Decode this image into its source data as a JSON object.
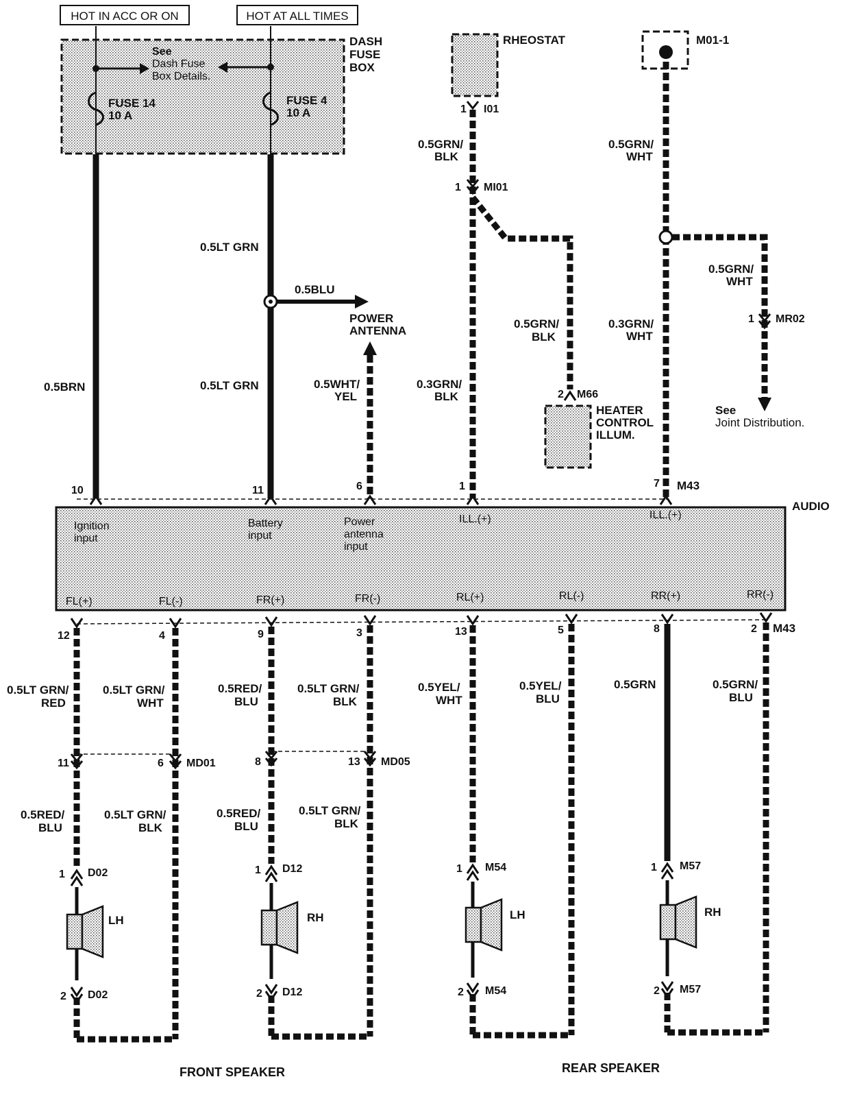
{
  "header": {
    "hot_acc": "HOT IN ACC OR ON",
    "hot_always": "HOT AT ALL TIMES"
  },
  "fuse_box": {
    "title_1": "DASH",
    "title_2": "FUSE",
    "title_3": "BOX",
    "see_1": "See",
    "see_2": "Dash Fuse",
    "see_3": "Box Details.",
    "fuse14_1": "FUSE 14",
    "fuse14_2": "10 A",
    "fuse4_1": "FUSE 4",
    "fuse4_2": "10 A"
  },
  "rheostat": {
    "label": "RHEOSTAT",
    "pin": "1",
    "conn": "I01"
  },
  "m011": {
    "label": "M01-1"
  },
  "wires": {
    "brn": "0.5BRN",
    "ltgrn_top": "0.5LT GRN",
    "ltgrn_bottom": "0.5LT GRN",
    "blu": "0.5BLU",
    "whtyel_1": "0.5WHT/",
    "whtyel_2": "YEL",
    "grnblk_a1": "0.5GRN/",
    "grnblk_a2": "BLK",
    "grnblk_b1": "0.5GRN/",
    "grnblk_b2": "BLK",
    "grnblk_c1": "0.3GRN/",
    "grnblk_c2": "BLK",
    "grnwht_a1": "0.5GRN/",
    "grnwht_a2": "WHT",
    "grnwht_b1": "0.5GRN/",
    "grnwht_b2": "WHT",
    "grnwht_c1": "0.3GRN/",
    "grnwht_c2": "WHT"
  },
  "power_antenna": {
    "line1": "POWER",
    "line2": "ANTENNA"
  },
  "mi01": {
    "pin": "1",
    "conn": "MI01"
  },
  "m66": {
    "pin": "2",
    "conn": "M66",
    "label1": "HEATER",
    "label2": "CONTROL",
    "label3": "ILLUM."
  },
  "mr02": {
    "pin": "1",
    "conn": "MR02",
    "see1": "See",
    "see2": "Joint Distribution."
  },
  "audio": {
    "name": "AUDIO",
    "conn_top": "M43",
    "conn_bottom": "M43",
    "top_pins": [
      "10",
      "11",
      "6",
      "1",
      "7"
    ],
    "ign_1": "Ignition",
    "ign_2": "input",
    "bat_1": "Battery",
    "bat_2": "input",
    "pa_1": "Power",
    "pa_2": "antenna",
    "pa_3": "input",
    "ill_1": "ILL.(+)",
    "ill_2": "ILL.(+)",
    "bottom_labels": [
      "FL(+)",
      "FL(-)",
      "FR(+)",
      "FR(-)",
      "RL(+)",
      "RL(-)",
      "RR(+)",
      "RR(-)"
    ],
    "bottom_pins": [
      "12",
      "4",
      "9",
      "3",
      "13",
      "5",
      "8",
      "2"
    ]
  },
  "lower_wires": {
    "w1a": "0.5LT GRN/",
    "w1b": "RED",
    "w2a": "0.5LT GRN/",
    "w2b": "WHT",
    "w3a": "0.5RED/",
    "w3b": "BLU",
    "w4a": "0.5LT GRN/",
    "w4b": "BLK",
    "w5a": "0.5YEL/",
    "w5b": "WHT",
    "w6a": "0.5YEL/",
    "w6b": "BLU",
    "w7": "0.5GRN",
    "w8a": "0.5GRN/",
    "w8b": "BLU",
    "w9a": "0.5RED/",
    "w9b": "BLU",
    "w10a": "0.5LT GRN/",
    "w10b": "BLK",
    "w11a": "0.5RED/",
    "w11b": "BLU",
    "w12a": "0.5LT GRN/",
    "w12b": "BLK"
  },
  "md01": {
    "pin_a": "11",
    "pin_b": "6",
    "conn": "MD01"
  },
  "md05": {
    "pin_a": "8",
    "pin_b": "13",
    "conn": "MD05"
  },
  "speakers": {
    "d02_pin1": "1",
    "d02_conn1": "D02",
    "d02_pin2": "2",
    "d02_conn2": "D02",
    "d02_side": "LH",
    "d12_pin1": "1",
    "d12_conn1": "D12",
    "d12_pin2": "2",
    "d12_conn2": "D12",
    "d12_side": "RH",
    "m54_pin1": "1",
    "m54_conn1": "M54",
    "m54_pin2": "2",
    "m54_conn2": "M54",
    "m54_side": "LH",
    "m57_pin1": "1",
    "m57_conn1": "M57",
    "m57_pin2": "2",
    "m57_conn2": "M57",
    "m57_side": "RH"
  },
  "footer": {
    "front": "FRONT SPEAKER",
    "rear": "REAR SPEAKER"
  }
}
